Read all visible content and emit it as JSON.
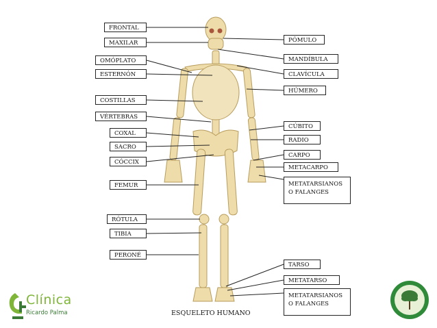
{
  "diagram": {
    "caption": "ESQUELETO HUMANO",
    "labels_left": [
      "FRONTAL",
      "MAXILAR",
      "OMÓPLATO",
      "ESTERNÓN",
      "COSTILLAS",
      "VÉRTEBRAS",
      "COXAL",
      "SACRO",
      "CÓCCIX",
      "FEMUR",
      "RÓTULA",
      "TIBIA",
      "PERONÉ"
    ],
    "labels_right": [
      "PÓMULO",
      "MANDÍBULA",
      "CLAVÍCULA",
      "HÚMERO",
      "CÚBITO",
      "RADIO",
      "CARPO",
      "METACARPO",
      "METATARSIANOS O FALANGES",
      "TARSO",
      "METATARSO",
      "METATARSIANOS O FALANGES"
    ]
  },
  "brand": {
    "name": "Clínica",
    "sub": "Ricardo Palma"
  },
  "colors": {
    "bone": "#eedcaa",
    "bone_edge": "#b79c5c",
    "brand_green": "#7fb539",
    "brand_dark": "#3a7a36",
    "line": "#222222"
  }
}
